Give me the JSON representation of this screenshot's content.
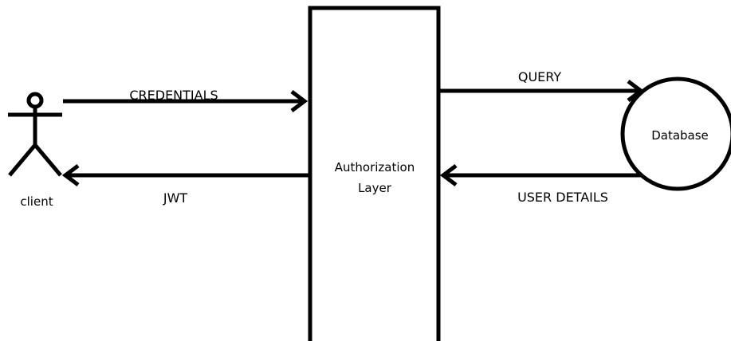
{
  "diagram": {
    "nodes": {
      "client": {
        "label": "client"
      },
      "auth": {
        "line1": "Authorization",
        "line2": "Layer"
      },
      "database": {
        "label": "Database"
      }
    },
    "edges": {
      "credentials": {
        "label": "CREDENTIALS"
      },
      "jwt": {
        "label": "JWT"
      },
      "query": {
        "label": "QUERY"
      },
      "user_details": {
        "label": "USER DETAILS"
      }
    },
    "colors": {
      "stroke": "#000000",
      "background": "#ffffff"
    }
  }
}
